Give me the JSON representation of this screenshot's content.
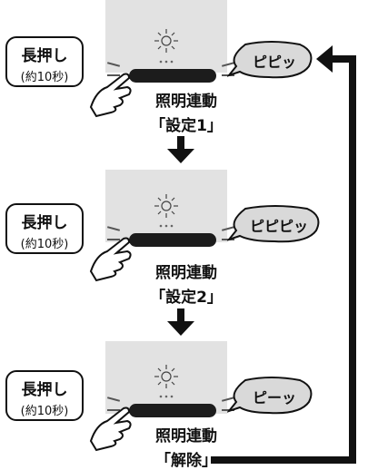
{
  "steps": [
    {
      "press_label": "長押し",
      "duration": "(約10秒)",
      "caption_line1": "照明連動",
      "caption_line2": "「設定1」",
      "sound": "ピピッ"
    },
    {
      "press_label": "長押し",
      "duration": "(約10秒)",
      "caption_line1": "照明連動",
      "caption_line2": "「設定2」",
      "sound": "ピピピッ"
    },
    {
      "press_label": "長押し",
      "duration": "(約10秒)",
      "caption_line1": "照明連動",
      "caption_line2": "「解除」",
      "sound": "ピーッ"
    }
  ],
  "colors": {
    "panel": "#e2e2e2",
    "bar": "#1c1c1c",
    "bubble": "#d9d9d9",
    "line": "#111111"
  }
}
